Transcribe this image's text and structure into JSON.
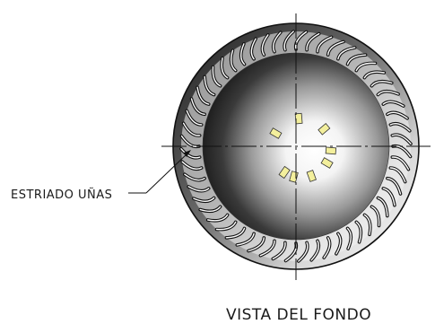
{
  "drawing": {
    "callout_label": "ESTRIADO UÑAS",
    "view_title": "VISTA DEL FONDO",
    "serration_count": 56,
    "inner_tab_count": 8,
    "tab_color": "#f3ef9c",
    "line_color": "#111111"
  }
}
